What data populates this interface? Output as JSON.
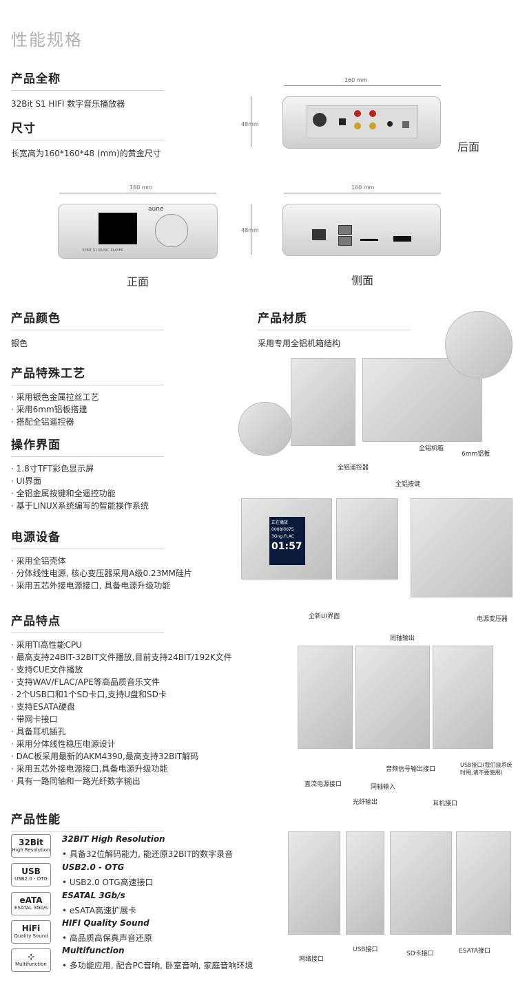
{
  "page_title": "性能规格",
  "sections": {
    "full_name": {
      "title": "产品全称",
      "text": "32Bit S1 HIFI 数字音乐播放器"
    },
    "size": {
      "title": "尺寸",
      "text": "长宽高为160*160*48 (mm)的黄金尺寸"
    },
    "color": {
      "title": "产品颜色",
      "text": "银色"
    },
    "material": {
      "title": "产品材质",
      "text": "采用专用全铝机箱结构"
    },
    "craft": {
      "title": "产品特殊工艺",
      "items": [
        "采用银色金属拉丝工艺",
        "采用6mm铝板搭建",
        "搭配全铝遥控器"
      ]
    },
    "ui": {
      "title": "操作界面",
      "items": [
        "1.8寸TFT彩色显示屏",
        "UI界面",
        "全铝金属按键和全遥控功能",
        "基于LINUX系统编写的智能操作系统"
      ]
    },
    "power": {
      "title": "电源设备",
      "items": [
        "采用全铝壳体",
        "分体线性电源, 核心变压器采用A级0.23MM硅片",
        "采用五芯外接电源接口, 具备电源升级功能"
      ]
    },
    "features": {
      "title": "产品特点",
      "items": [
        "采用TI高性能CPU",
        "最高支持24BIT-32BIT文件播放,目前支持24BIT/192K文件",
        "支持CUE文件播放",
        "支持WAV/FLAC/APE等高品质音乐文件",
        "2个USB口和1个SD卡口,支持U盘和SD卡",
        "支持ESATA硬盘",
        "带网卡接口",
        "具备耳机插孔",
        "采用分体线性稳压电源设计",
        "DAC板采用最新的AKM4390,最高支持32BIT解码",
        "采用五芯外接电源接口,具备电源升级功能",
        "具有一路同轴和一路光纤数字输出"
      ]
    },
    "performance": {
      "title": "产品性能"
    }
  },
  "dimensions": {
    "w160": "160 mm",
    "h48": "48mm"
  },
  "views": {
    "back": "后面",
    "front": "正面",
    "side": "侧面"
  },
  "device_text": {
    "brand": "aune",
    "model": "32BIT S1 MUSIC PLAYER",
    "screen_header": "正在播放",
    "screen_count": "0008/0075",
    "screen_track": "3Gng.FLAC",
    "screen_time": "01:57"
  },
  "labels": {
    "remote": "全铝遥控器",
    "case": "全铝机箱",
    "plate": "6mm铝板",
    "buttons": "全铝按键",
    "new_ui": "全新UI界面",
    "transformer": "电源变压器",
    "coax_out": "同轴输出",
    "dc_in": "直流电源接口",
    "audio_out": "音频信号输出接口",
    "coax_in": "同轴输入",
    "usb_port": "USB接口(我们烧系统时用,请不要使用)",
    "optical_out": "光纤输出",
    "headphone": "耳机接口",
    "network": "网络接口",
    "usb": "USB接口",
    "sd": "SD卡接口",
    "esata": "ESATA接口"
  },
  "perf": [
    {
      "badge": "32Bit",
      "badge_sub": "High Resolution",
      "title": "32BIT High Resolution",
      "desc": "具备32位解码能力, 能还原32BIT的数字录音"
    },
    {
      "badge": "USB",
      "badge_sub": "USB2.0 - OTG",
      "title": "USB2.0 - OTG",
      "desc": "USB2.0 OTG高速接口"
    },
    {
      "badge": "eATA",
      "badge_sub": "ESATAL 3Gb/s",
      "title": "ESATAL 3Gb/s",
      "desc": "eSATA高速扩展卡"
    },
    {
      "badge": "HiFi",
      "badge_sub": "Quality Sound",
      "title": "HIFI Quality Sound",
      "desc": "高品质高保真声音还原"
    },
    {
      "badge": "⊹",
      "badge_sub": "Multifunction",
      "title": "Multifunction",
      "desc": "多功能应用, 配合PC音响, 卧室音响, 家庭音响环境"
    }
  ]
}
